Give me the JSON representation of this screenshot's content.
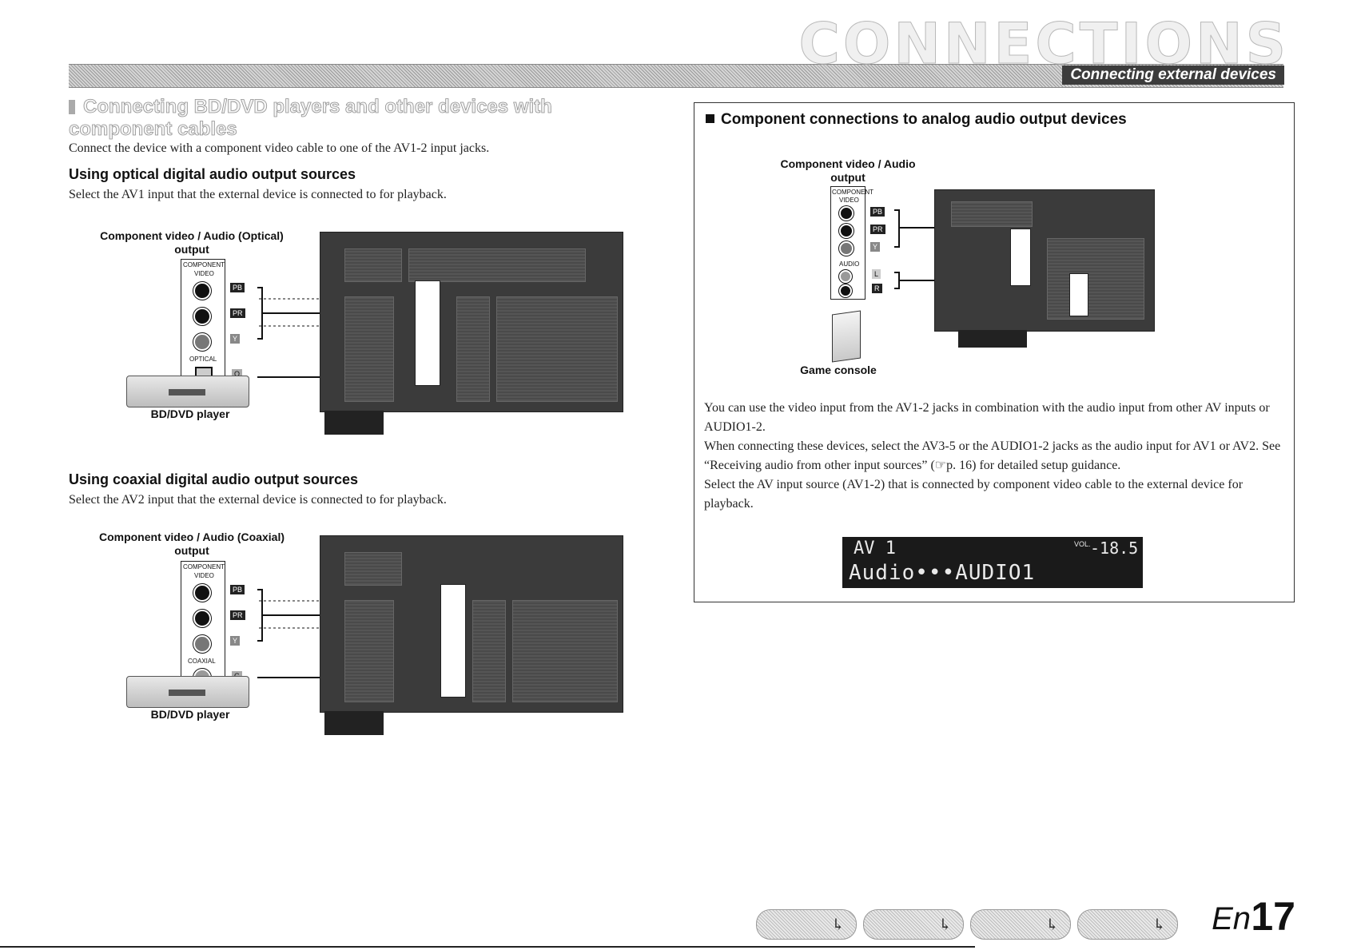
{
  "header": {
    "section": "CONNECTIONS",
    "subsection": "Connecting external devices"
  },
  "left": {
    "heading": "Connecting BD/DVD players and other devices with component cables",
    "intro": "Connect the device with a component video cable to one of the AV1-2 input jacks.",
    "optical": {
      "title": "Using optical digital audio output sources",
      "desc": "Select the AV1 input that the external device is connected to for playback.",
      "output_caption_1": "Component video / Audio (Optical)",
      "output_caption_2": "output",
      "device_label": "BD/DVD player",
      "jack_labels": [
        "COMPONENT",
        "VIDEO",
        "OPTICAL"
      ],
      "plugs": [
        "PB",
        "PR",
        "Y",
        "O"
      ]
    },
    "coaxial": {
      "title": "Using coaxial digital audio output sources",
      "desc": "Select the AV2 input that the external device is connected to for playback.",
      "output_caption_1": "Component video / Audio (Coaxial)",
      "output_caption_2": "output",
      "device_label": "BD/DVD player",
      "jack_labels": [
        "COMPONENT",
        "VIDEO",
        "COAXIAL"
      ],
      "plugs": [
        "PB",
        "PR",
        "Y",
        "C"
      ]
    }
  },
  "right": {
    "heading": "Component connections to analog audio output devices",
    "output_caption_1": "Component video / Audio",
    "output_caption_2": "output",
    "device_label": "Game console",
    "jack_labels": [
      "COMPONENT",
      "VIDEO",
      "AUDIO"
    ],
    "plugs": [
      "PB",
      "PR",
      "Y",
      "L",
      "R"
    ],
    "paragraphs": [
      "You can use the video input from the AV1-2 jacks in combination with the audio input from other AV inputs or AUDIO1-2.",
      "When connecting these devices, select the AV3-5 or the AUDIO1-2 jacks as the audio input for AV1 or AV2. See “Receiving audio from other input sources” (☞p. 16) for detailed setup guidance.",
      "Select the AV input source (AV1-2) that is connected by component video cable to the external device for playback."
    ],
    "display": {
      "line1": "AV 1",
      "vol_label": "VOL.",
      "vol_value": "-18.5",
      "line2": "Audio•••AUDIO1"
    }
  },
  "footer": {
    "lang": "En",
    "page": "17",
    "tab_arrow": "↳"
  }
}
